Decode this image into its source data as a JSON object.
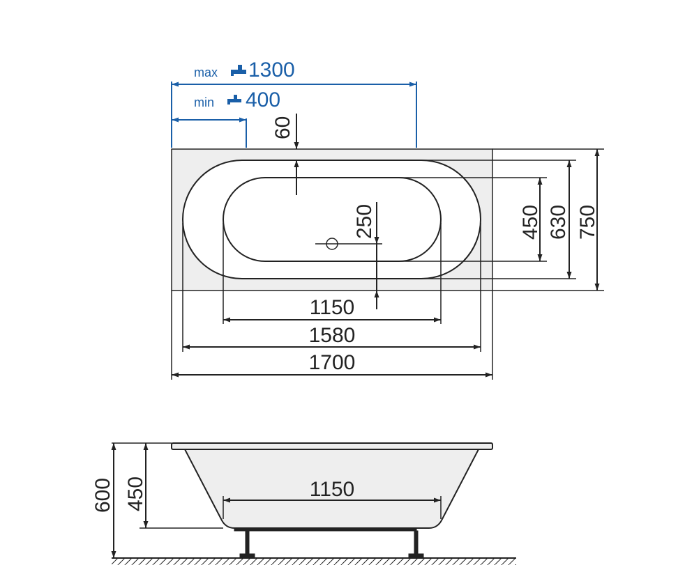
{
  "colors": {
    "line": "#222222",
    "blue": "#1a5fa8",
    "tub_fill": "#eeeeee"
  },
  "top_view": {
    "outer_length": "1700",
    "rim_length": "1580",
    "inner_length": "1150",
    "outer_width": "750",
    "rim_width": "630",
    "inner_width": "450",
    "edge_to_bowl": "60",
    "drain_offset": "250"
  },
  "faucet": {
    "max_label": "max",
    "max_value": "1300",
    "min_label": "min",
    "min_value": "400",
    "icon": "faucet-icon"
  },
  "side_view": {
    "total_height": "600",
    "tub_depth": "450",
    "bottom_length": "1150"
  }
}
